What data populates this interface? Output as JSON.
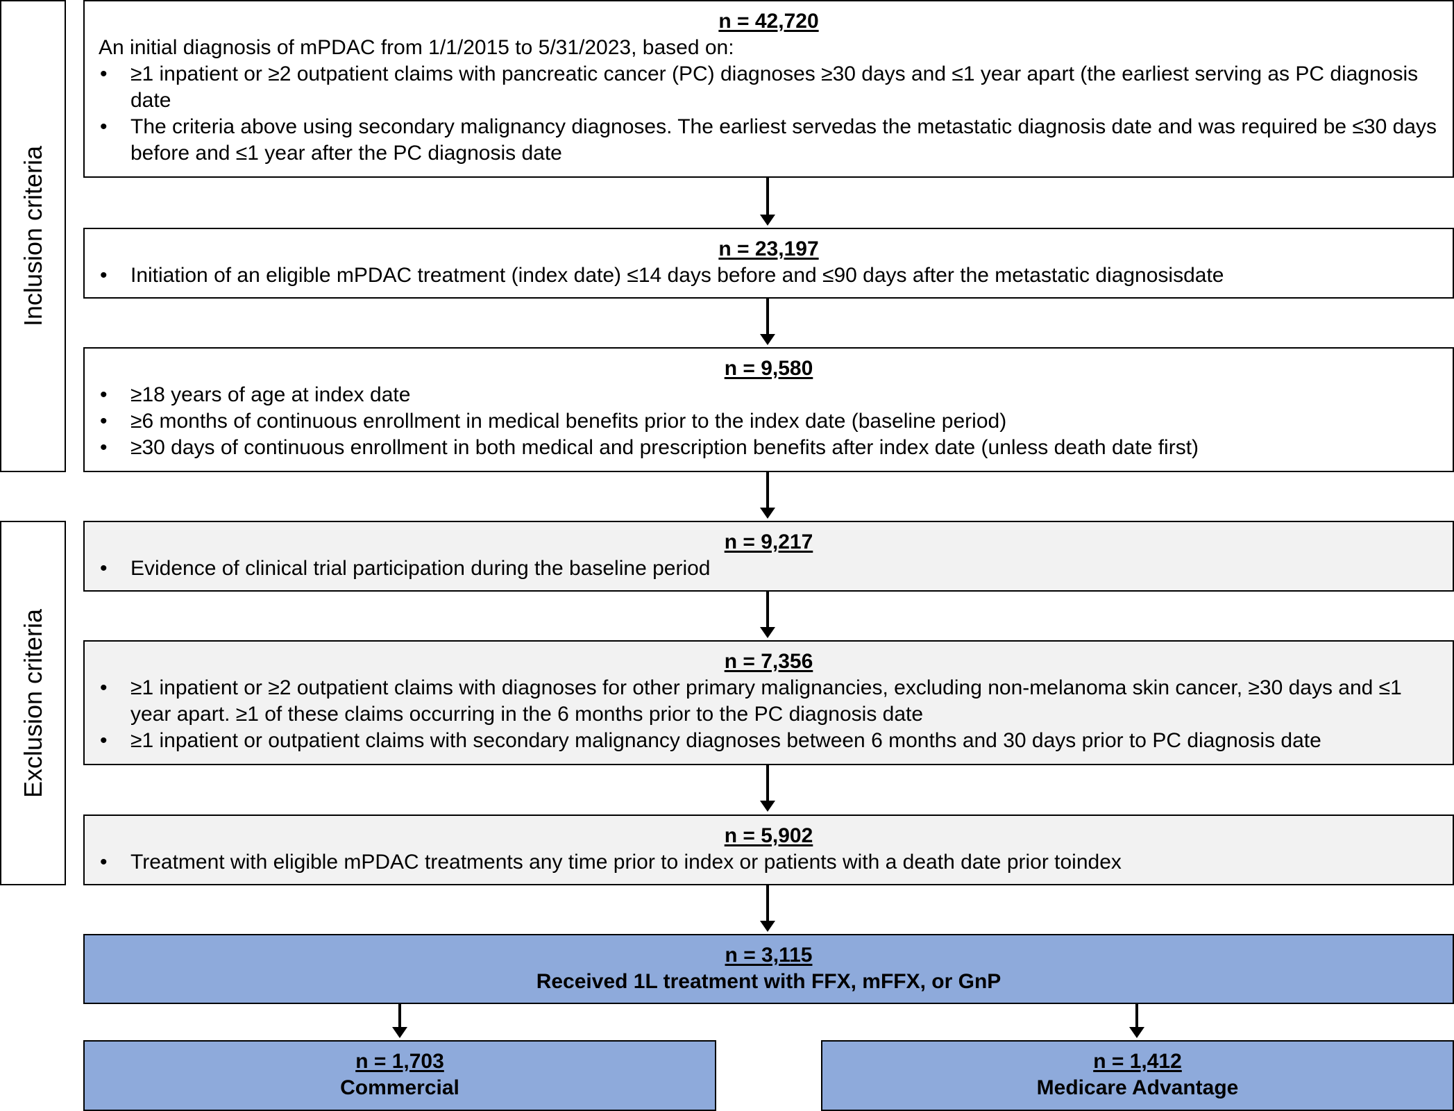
{
  "side_labels": {
    "inclusion": "Inclusion criteria",
    "exclusion": "Exclusion criteria"
  },
  "boxes": [
    {
      "n": "n = 42,720",
      "intro": "An initial diagnosis of mPDAC from 1/1/2015 to 5/31/2023, based on:",
      "bullets": [
        "≥1 inpatient or ≥2 outpatient claims with pancreatic cancer (PC) diagnoses ≥30 days and ≤1 year apart (the earliest serving as PC diagnosis date",
        "The criteria above using secondary malignancy diagnoses. The earliest servedas the metastatic diagnosis date and was required be ≤30 days before and ≤1 year after the PC diagnosis date"
      ]
    },
    {
      "n": "n = 23,197",
      "bullets": [
        "Initiation of an eligible mPDAC treatment (index date) ≤14 days before and ≤90 days after the metastatic diagnosisdate"
      ]
    },
    {
      "n": "n = 9,580",
      "bullets": [
        "≥18 years of age at index date",
        "≥6 months of continuous enrollment in medical benefits prior to the index date (baseline period)",
        "≥30 days of continuous enrollment in both medical and prescription benefits after index date (unless death date first)"
      ]
    },
    {
      "n": "n = 9,217",
      "bullets": [
        "Evidence of clinical trial participation during the baseline period"
      ]
    },
    {
      "n": "n = 7,356",
      "bullets": [
        "≥1 inpatient or ≥2 outpatient claims with diagnoses for other primary malignancies, excluding non-melanoma skin cancer, ≥30 days and ≤1 year apart. ≥1 of these claims occurring in the 6 months prior to the PC diagnosis date",
        "≥1 inpatient or outpatient claims with secondary malignancy diagnoses between 6 months and 30 days prior to PC diagnosis date"
      ]
    },
    {
      "n": "n = 5,902",
      "bullets": [
        "Treatment with eligible mPDAC treatments any time prior to index or patients with a death date prior toindex"
      ]
    }
  ],
  "final": {
    "n": "n = 3,115",
    "label": "Received 1L treatment with FFX, mFFX, or GnP"
  },
  "split": [
    {
      "n": "n = 1,703",
      "label": "Commercial"
    },
    {
      "n": "n = 1,412",
      "label": "Medicare Advantage"
    }
  ],
  "colors": {
    "exclusion_fill": "#f2f2f2",
    "final_fill": "#8eaadb",
    "border": "#000000"
  }
}
